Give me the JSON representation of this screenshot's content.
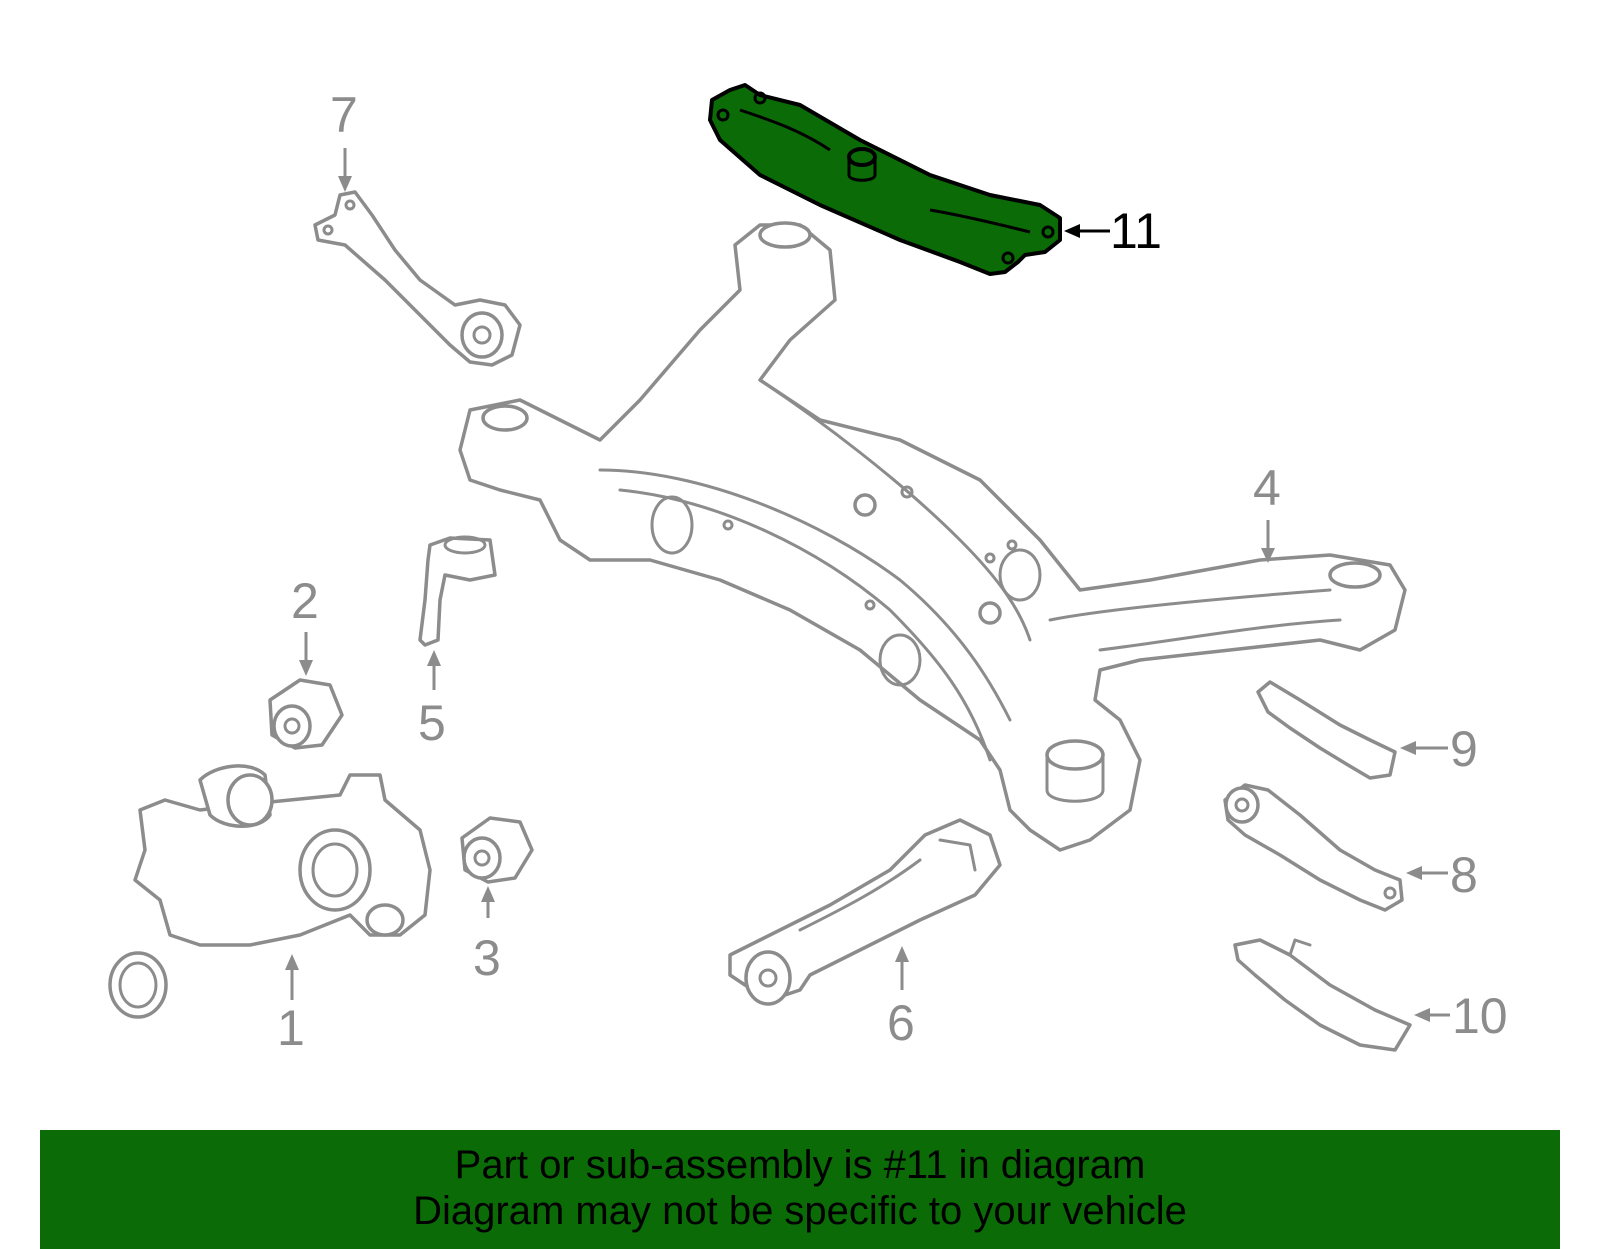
{
  "diagram": {
    "highlighted_part": "11",
    "callouts": [
      "1",
      "2",
      "3",
      "4",
      "5",
      "6",
      "7",
      "8",
      "9",
      "10",
      "11"
    ],
    "highlight_color": "#0b6b06",
    "line_color": "#8c8c8c"
  },
  "banner": {
    "line1": "Part or sub-assembly is #11 in diagram",
    "line2": "Diagram may not be specific to your vehicle",
    "background": "#0b6b06"
  }
}
